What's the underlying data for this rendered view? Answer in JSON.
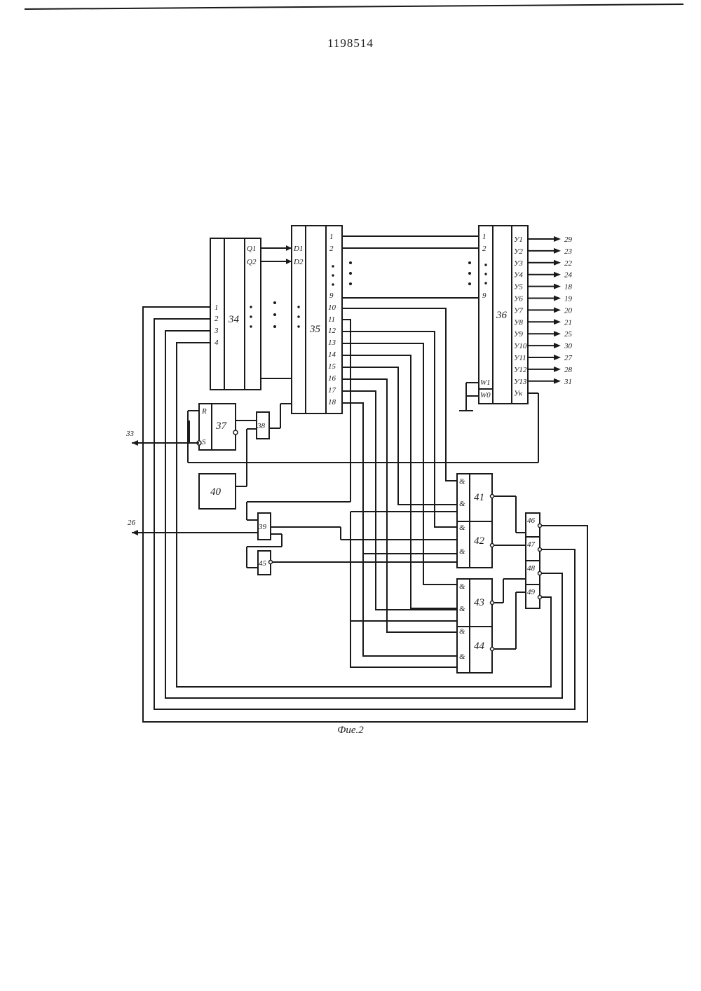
{
  "patent_number": "1198514",
  "caption": "Фие.2",
  "blocks": {
    "b34": "34",
    "b35": "35",
    "b36": "36",
    "b37": "37",
    "b38": "38",
    "b39": "39",
    "b40": "40",
    "b41": "41",
    "b42": "42",
    "b43": "43",
    "b44": "44",
    "b45": "45",
    "b46": "46",
    "b47": "47",
    "b48": "48",
    "b49": "49"
  },
  "block34_inputs": [
    "1",
    "2",
    "3",
    "4"
  ],
  "block34_outputs": [
    "Q1",
    "Q2"
  ],
  "block35_inputs": [
    "D1",
    "D2"
  ],
  "block35_outputs": [
    "1",
    "2",
    "9",
    "10",
    "11",
    "12",
    "13",
    "14",
    "15",
    "16",
    "17",
    "18"
  ],
  "block36_inputs": [
    "1",
    "2",
    "9"
  ],
  "block36_control": [
    "W1",
    "W0"
  ],
  "block36_outputs": [
    "У1",
    "У2",
    "У3",
    "У4",
    "У5",
    "У6",
    "У7",
    "У8",
    "У9",
    "У10",
    "У11",
    "У12",
    "У13",
    "Ук"
  ],
  "block36_targets": [
    "29",
    "23",
    "22",
    "24",
    "18",
    "19",
    "20",
    "21",
    "25",
    "30",
    "27",
    "28",
    "31"
  ],
  "block37_pins": [
    "R",
    "S"
  ],
  "and_pin_label": "&",
  "external_outputs": [
    "33",
    "26"
  ]
}
